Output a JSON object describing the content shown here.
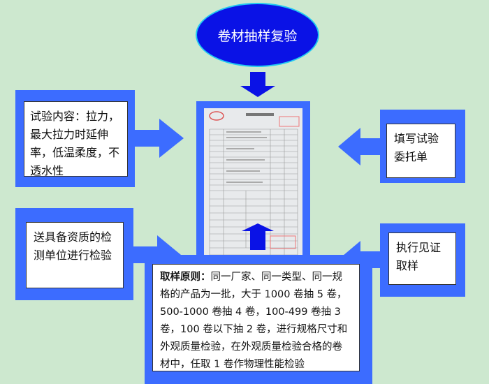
{
  "title": "卷材抽样复验",
  "left_boxes": [
    {
      "text": "试验内容：拉力，最大拉力时延伸率，低温柔度，不透水性"
    },
    {
      "text": "送具备资质的检测单位进行检验"
    }
  ],
  "right_boxes": [
    {
      "text": "填写试验委托单"
    },
    {
      "text": "执行见证取样"
    }
  ],
  "bottom_box": {
    "label": "取样原则：",
    "text": "同一厂家、同一类型、同一规格的产品为一批，大于 1000 卷抽 5 卷，500-1000 卷抽 4 卷，100-499 卷抽 3 卷，100 卷以下抽 2 卷，进行规格尺寸和外观质量检验，在外观质量检验合格的卷材中，任取 1 卷作物理性能检验"
  },
  "colors": {
    "background": "#cde8cf",
    "frame": "#3c6cff",
    "arrow": "#0a12e6",
    "ellipse": "#0a12e6"
  }
}
